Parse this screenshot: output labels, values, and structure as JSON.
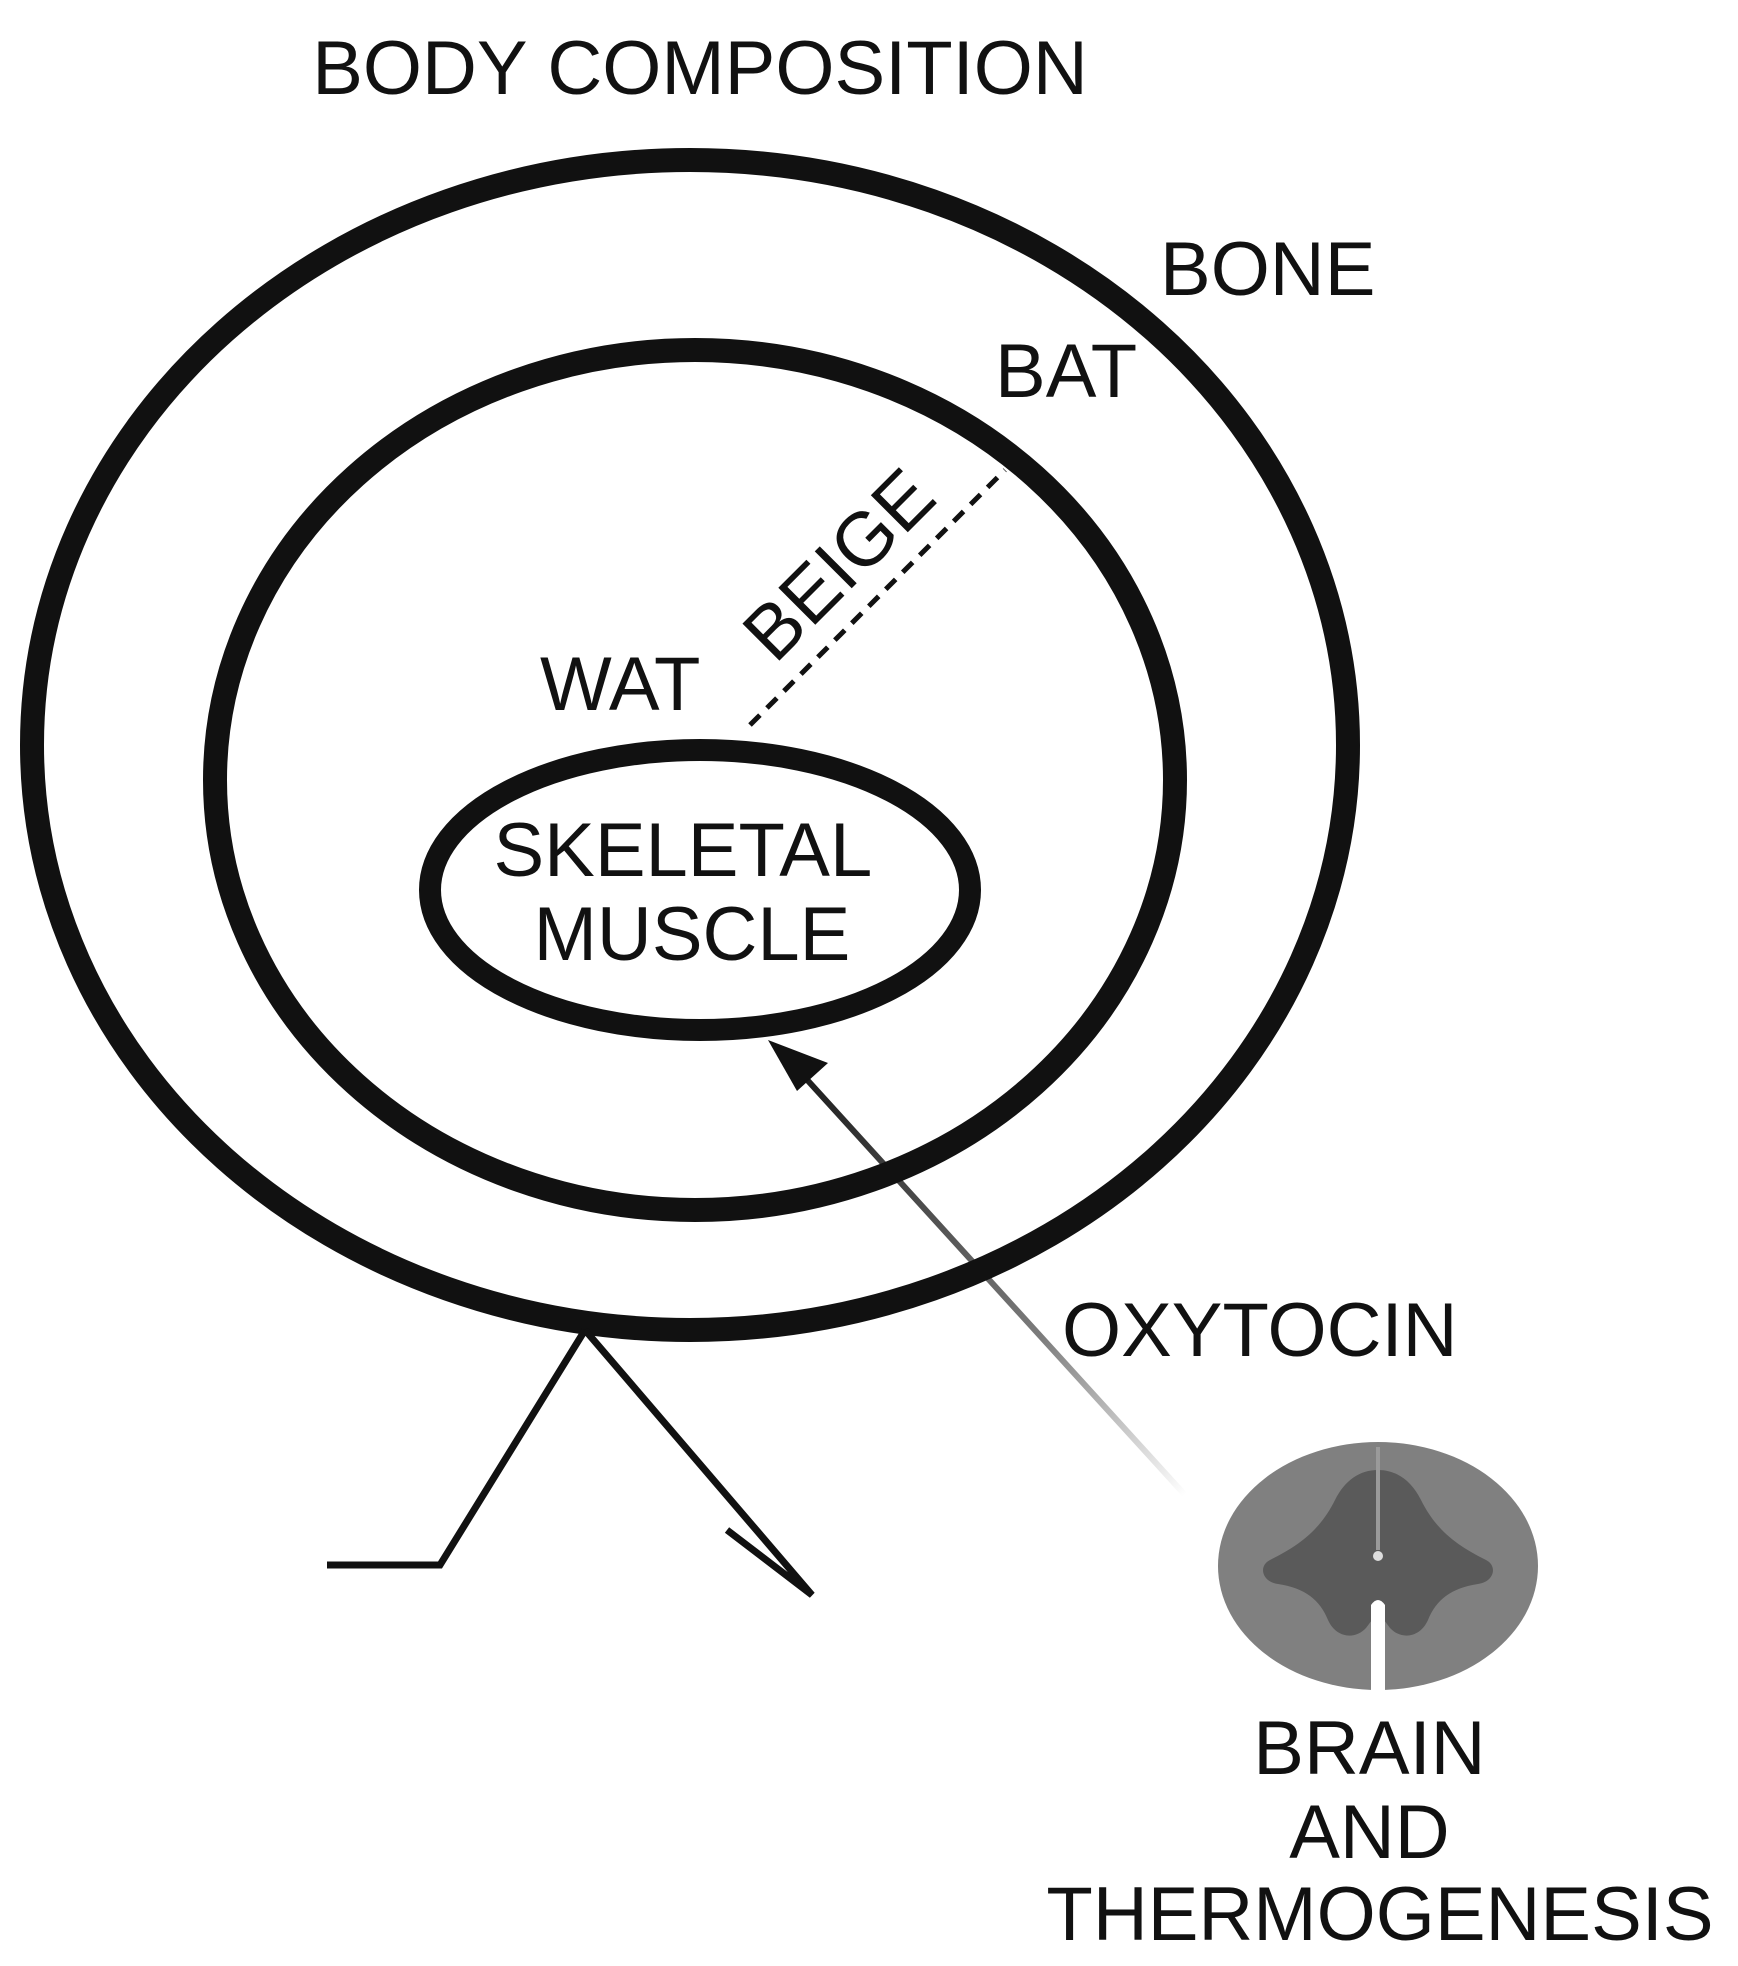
{
  "title": "BODY COMPOSITION",
  "labels": {
    "bone": "BONE",
    "bat": "BAT",
    "beige": "BEIGE",
    "wat": "WAT",
    "skeletal_muscle": [
      "SKELETAL",
      "MUSCLE"
    ],
    "oxytocin": "OXYTOCIN",
    "brain": [
      "BRAIN",
      "AND",
      "THERMOGENESIS"
    ]
  },
  "icons": {
    "spinal_cord": "spinal-cord-cross-section-icon",
    "body_figure": "stick-figure-legs-icon"
  },
  "colors": {
    "line": "#111111",
    "spinal_outer": "#808080",
    "spinal_inner": "#5a5a5a"
  }
}
